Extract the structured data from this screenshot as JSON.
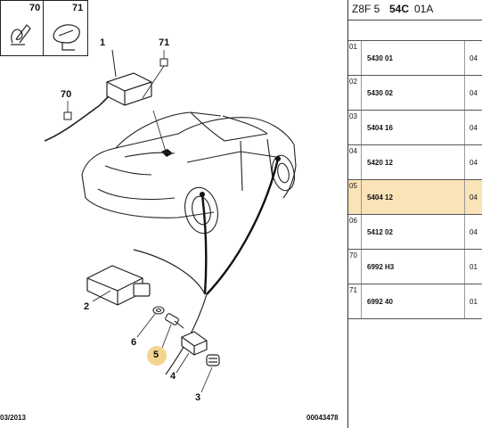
{
  "header": {
    "code_prefix": "Z8F 5",
    "code_bold": "54C",
    "code_suffix": "01A"
  },
  "thumbnails": [
    "70",
    "71"
  ],
  "callouts": {
    "c1": "1",
    "c71": "71",
    "c70": "70",
    "c2": "2",
    "c6": "6",
    "c5": "5",
    "c4": "4",
    "c3": "3"
  },
  "footer": {
    "date": "03/2013",
    "doc_id": "00043478"
  },
  "rows": [
    {
      "idx": "01",
      "ref": "5430 01",
      "qty": "04",
      "active": false
    },
    {
      "idx": "02",
      "ref": "5430 02",
      "qty": "04",
      "active": false
    },
    {
      "idx": "03",
      "ref": "5404 16",
      "qty": "04",
      "active": false
    },
    {
      "idx": "04",
      "ref": "5420 12",
      "qty": "04",
      "active": false
    },
    {
      "idx": "05",
      "ref": "5404 12",
      "qty": "04",
      "active": true
    },
    {
      "idx": "06",
      "ref": "5412 02",
      "qty": "04",
      "active": false
    },
    {
      "idx": "70",
      "ref": "6992 H3",
      "qty": "01",
      "active": false
    },
    {
      "idx": "71",
      "ref": "6992 40",
      "qty": "01",
      "active": false
    }
  ],
  "colors": {
    "highlight": "#fbe3b8",
    "marker": "#f4d590"
  }
}
